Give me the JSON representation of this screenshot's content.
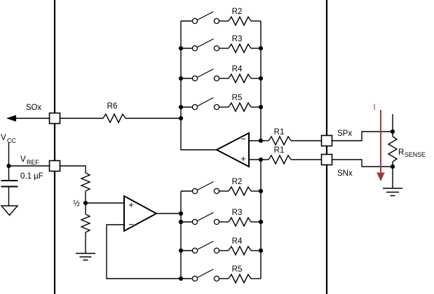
{
  "colors": {
    "background": "#ffffff",
    "wire": "#000000",
    "current_arrow": "#9e3a38"
  },
  "pins": {
    "sox": "SOx",
    "spx": "SPx",
    "snx": "SNx"
  },
  "power": {
    "vcc": {
      "base": "V",
      "sub": "CC"
    },
    "vref": {
      "base": "V",
      "sub": "REF"
    },
    "bypass_cap": "0.1 µF",
    "divider_ratio": "½"
  },
  "resistors": {
    "feedback": "R6",
    "input_top": "R1",
    "input_bottom": "R1",
    "top_bank": [
      "R2",
      "R3",
      "R4",
      "R5"
    ],
    "bottom_bank": [
      "R2",
      "R3",
      "R4",
      "R5"
    ],
    "sense": {
      "base": "R",
      "sub": "SENSE"
    }
  },
  "current": {
    "label": "I"
  },
  "opamps": {
    "main": {
      "inverting": "−",
      "noninverting": "+"
    },
    "reference_buffer": {
      "noninverting": "+",
      "inverting": "−"
    }
  }
}
